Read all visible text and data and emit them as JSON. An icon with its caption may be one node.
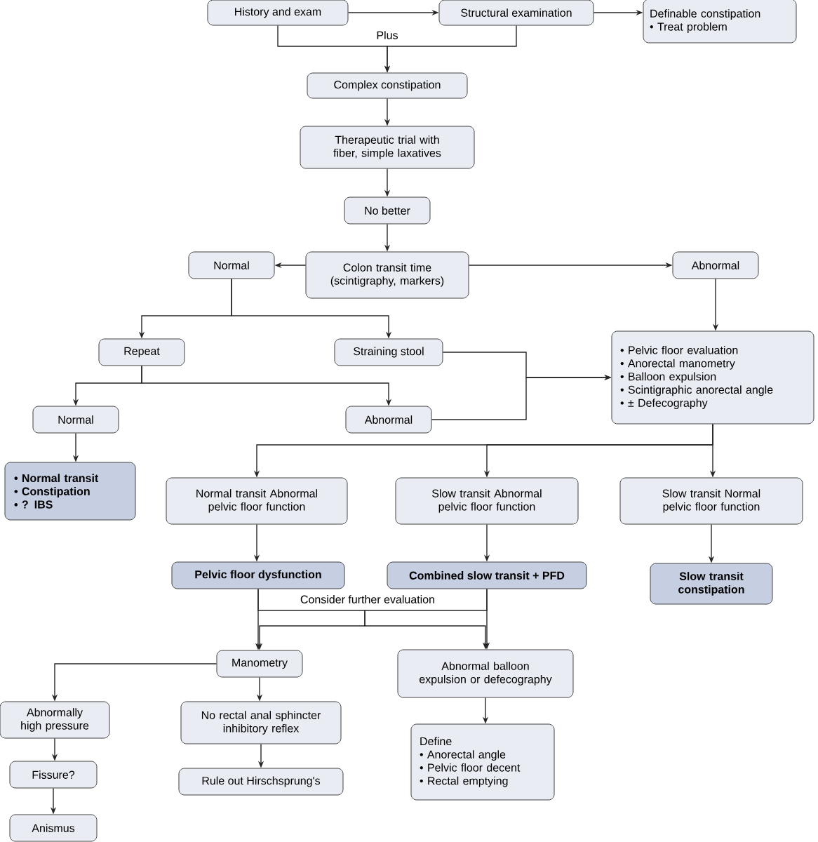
{
  "diagram": {
    "nodes": [
      {
        "text": [
          "History and exam"
        ]
      },
      {
        "text": [
          "Structural examination"
        ]
      },
      {
        "text": [
          "Definable constipation",
          "• Treat problem"
        ]
      },
      {
        "text": [
          "Complex constipation"
        ]
      },
      {
        "text": [
          "Therapeutic trial with fiber, simple laxatives"
        ]
      },
      {
        "text": [
          "No better"
        ]
      },
      {
        "text": [
          "Normal"
        ]
      },
      {
        "text": [
          "Colon transit time (scintigraphy, markers)"
        ]
      },
      {
        "text": [
          "Abnormal"
        ]
      },
      {
        "text": [
          "Repeat"
        ]
      },
      {
        "text": [
          "Straining stool"
        ]
      },
      {
        "text": [
          "• Pelvic floor evaluation",
          "• Anorectal manometry",
          "• Balloon expulsion",
          "• Scintigraphic anorectal angle",
          "• ± Defecography"
        ]
      },
      {
        "text": [
          "Normal"
        ]
      },
      {
        "text": [
          "Abnormal"
        ]
      },
      {
        "text": [
          "• Normal transit",
          "• Constipation",
          "• ? IBS"
        ]
      },
      {
        "text": [
          "Normal transit Abnormal pelvic floor function"
        ]
      },
      {
        "text": [
          "Slow transit Abnormal pelvic floor function"
        ]
      },
      {
        "text": [
          "Slow transit Normal pelvic floor function"
        ]
      },
      {
        "text": [
          "Pelvic floor dysfunction"
        ]
      },
      {
        "text": [
          "Combined slow transit + PFD"
        ]
      },
      {
        "text": [
          "Slow transit constipation"
        ]
      },
      {
        "text": [
          "Manometry"
        ]
      },
      {
        "text": [
          "Abnormal balloon expulsion or defecography"
        ]
      },
      {
        "text": [
          "Abnormally high pressure"
        ]
      },
      {
        "text": [
          "No rectal anal sphincter inhibitory reflex"
        ]
      },
      {
        "text": [
          "Define",
          "• Anorectal angle",
          "• Pelvic floor decent",
          "• Rectal emptying"
        ]
      },
      {
        "text": [
          "Fissure?"
        ]
      },
      {
        "text": [
          "Rule out Hirschsprung's"
        ]
      },
      {
        "text": [
          "Anismus"
        ]
      }
    ],
    "edges": [
      {
        "from": 0,
        "to": 1,
        "arrow": "to"
      },
      {
        "from": 1,
        "to": 2,
        "arrow": "to"
      },
      {
        "from": 0,
        "to": 3,
        "arrow": "to"
      },
      {
        "from": 1,
        "to": 3,
        "arrow": "to"
      },
      {
        "from": 3,
        "to": 4,
        "arrow": "to"
      },
      {
        "from": 4,
        "to": 5,
        "arrow": "to"
      },
      {
        "from": 5,
        "to": 7,
        "arrow": "to"
      },
      {
        "from": 7,
        "to": 6,
        "arrow": "to"
      },
      {
        "from": 7,
        "to": 8,
        "arrow": "to"
      },
      {
        "from": 6,
        "to": 9,
        "arrow": "to"
      },
      {
        "from": 6,
        "to": 10,
        "arrow": "to"
      },
      {
        "from": 8,
        "to": 11,
        "arrow": "to"
      },
      {
        "from": 10,
        "to": 11,
        "arrow": "to"
      },
      {
        "from": 13,
        "to": 11,
        "arrow": "to"
      },
      {
        "from": 9,
        "to": 12,
        "arrow": "to"
      },
      {
        "from": 9,
        "to": 13,
        "arrow": "to"
      },
      {
        "from": 12,
        "to": 14,
        "arrow": "to"
      },
      {
        "from": 11,
        "to": 15,
        "arrow": "to"
      },
      {
        "from": 11,
        "to": 16,
        "arrow": "to"
      },
      {
        "from": 11,
        "to": 17,
        "arrow": "to"
      },
      {
        "from": 15,
        "to": 18,
        "arrow": "to"
      },
      {
        "from": 16,
        "to": 19,
        "arrow": "to"
      },
      {
        "from": 17,
        "to": 20,
        "arrow": "to"
      },
      {
        "from": 18,
        "to": 21,
        "arrow": "to"
      },
      {
        "from": 18,
        "to": 22,
        "arrow": "to"
      },
      {
        "from": 19,
        "to": 21,
        "arrow": "to"
      },
      {
        "from": 19,
        "to": 22,
        "arrow": "to"
      },
      {
        "from": 21,
        "to": 23,
        "arrow": "to"
      },
      {
        "from": 21,
        "to": 24,
        "arrow": "to"
      },
      {
        "from": 22,
        "to": 25,
        "arrow": "to"
      },
      {
        "from": 23,
        "to": 26,
        "arrow": "to"
      },
      {
        "from": 26,
        "to": 28,
        "arrow": "to"
      },
      {
        "from": 24,
        "to": 27,
        "arrow": "to"
      }
    ],
    "labels": [
      "Plus",
      "Consider further evaluation"
    ]
  }
}
